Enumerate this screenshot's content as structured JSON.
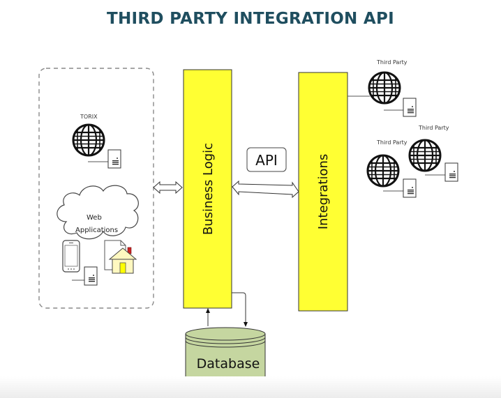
{
  "title": "THIRD PARTY INTEGRATION API",
  "colors": {
    "title": "#1f4e5f",
    "block_fill": "#ffff33",
    "database_fill": "#c5d6a0",
    "house_fill": "#fff8c0",
    "house_door": "#ffff00",
    "chimney": "#cc2222"
  },
  "client_group": {
    "torix_label": "TORIX",
    "web_apps_label_line1": "Web",
    "web_apps_label_line2": "Applications"
  },
  "blocks": {
    "business_logic": "Business Logic",
    "integrations": "Integrations"
  },
  "api_label": "API",
  "database_label": "Database",
  "third_parties": [
    {
      "label": "Third Party"
    },
    {
      "label": "Third Party"
    },
    {
      "label": "Third Party"
    }
  ]
}
